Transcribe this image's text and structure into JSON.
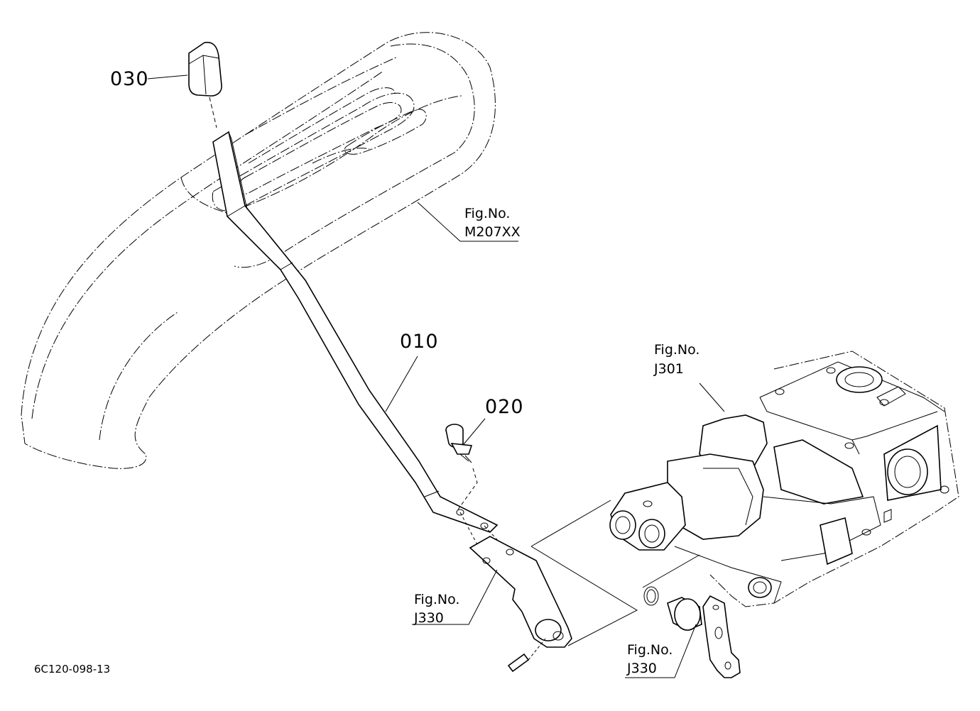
{
  "parts": [
    {
      "id": "030",
      "label": "030"
    },
    {
      "id": "010",
      "label": "010"
    },
    {
      "id": "020",
      "label": "020"
    }
  ],
  "figure_refs": [
    {
      "id": "m207xx",
      "title": "Fig.No.",
      "number": "M207XX"
    },
    {
      "id": "j301",
      "title": "Fig.No.",
      "number": "J301"
    },
    {
      "id": "j330-left",
      "title": "Fig.No.",
      "number": "J330"
    },
    {
      "id": "j330-right",
      "title": "Fig.No.",
      "number": "J330"
    }
  ],
  "drawing_code": "6C120-098-13"
}
